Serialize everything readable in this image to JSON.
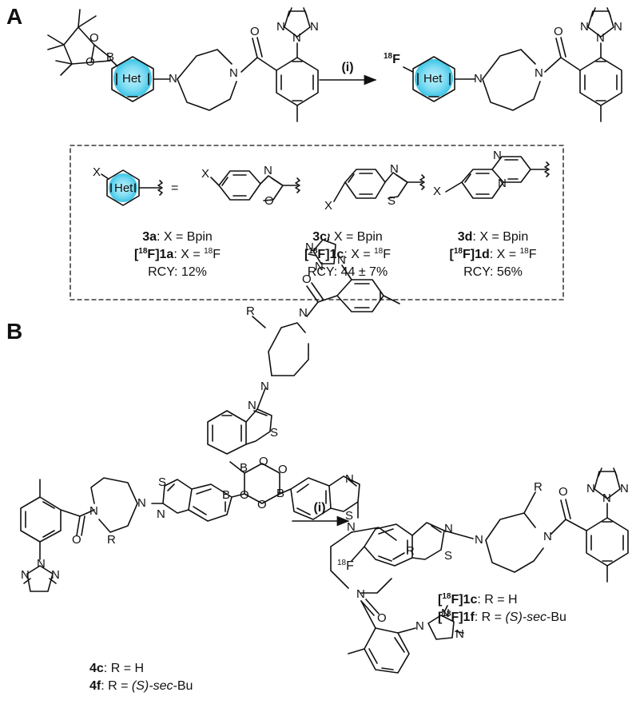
{
  "panels": {
    "a": "A",
    "b": "B"
  },
  "atoms": {
    "o": "O",
    "b": "B",
    "n": "N",
    "s": "S",
    "het": "Het",
    "x": "X",
    "r": "R",
    "f": "F",
    "f18_mass": "18",
    "f18_symbol": "F",
    "eq": "="
  },
  "reaction_a": {
    "condition": "(i)"
  },
  "reaction_b": {
    "condition": "(i)"
  },
  "panel_a_compounds": [
    {
      "code": "3a",
      "precursor_rest": ":  X = Bpin",
      "product_mass": "18",
      "product_code": "F]1a",
      "product_rest": ": X = ",
      "iso_mass": "18",
      "iso_symbol": "F",
      "rcy": "RCY: 12%"
    },
    {
      "code": "3c",
      "precursor_rest": ":  X = Bpin",
      "product_mass": "18",
      "product_code": "F]1c",
      "product_rest": ": X = ",
      "iso_mass": "18",
      "iso_symbol": "F",
      "rcy": "RCY: 44 ± 7%"
    },
    {
      "code": "3d",
      "precursor_rest": ":  X = Bpin",
      "product_mass": "18",
      "product_code": "F]1d",
      "product_rest": ": X = ",
      "iso_mass": "18",
      "iso_symbol": "F",
      "rcy": "RCY: 56%"
    }
  ],
  "panel_b_precursors": [
    {
      "code": "4c",
      "rest": ":  R = H"
    },
    {
      "code": "4f",
      "rest_prefix": ":  R = ",
      "rest_italic": "(S)-sec",
      "rest_suffix": "-Bu"
    }
  ],
  "panel_b_products": [
    {
      "mass": "18",
      "code": "F]1c",
      "rest": ":  R = H"
    },
    {
      "mass": "18",
      "code": "F]1f",
      "rest_prefix": ":  R = ",
      "rest_italic": "(S)-sec",
      "rest_suffix": "-Bu"
    }
  ]
}
